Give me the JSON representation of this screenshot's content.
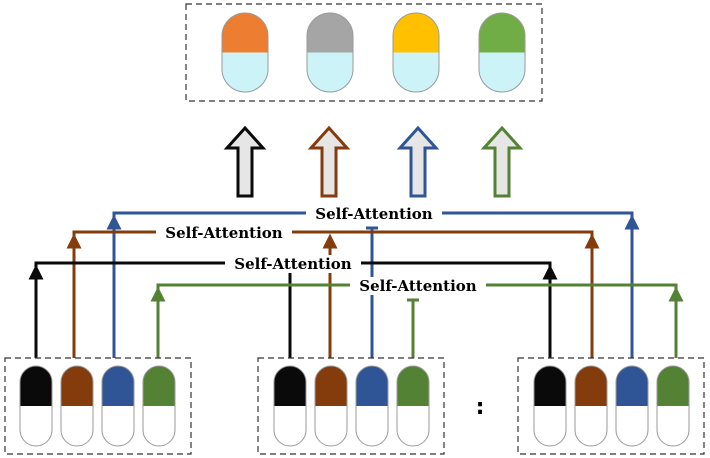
{
  "colors": {
    "black": "#0a0a0a",
    "brown": "#843c0c",
    "blue": "#2f5597",
    "green": "#548235",
    "orange": "#ed7d31",
    "gray": "#a5a5a5",
    "yellow": "#ffc000",
    "light_green": "#70ad47",
    "cyan_fill": "#ccf4f8",
    "arrow_fill": "#e7e6e6",
    "box_border": "#333333"
  },
  "output_tokens": [
    {
      "name": "orange",
      "color": "#ed7d31"
    },
    {
      "name": "gray",
      "color": "#a5a5a5"
    },
    {
      "name": "yellow",
      "color": "#ffc000"
    },
    {
      "name": "green",
      "color": "#70ad47"
    }
  ],
  "arrow_colors": [
    "#0a0a0a",
    "#843c0c",
    "#2f5597",
    "#548235"
  ],
  "input_token_colors": [
    "#0a0a0a",
    "#843c0c",
    "#2f5597",
    "#548235"
  ],
  "attention_labels": [
    {
      "text": "Self-Attention",
      "color": "#2f5597"
    },
    {
      "text": "Self-Attention",
      "color": "#843c0c"
    },
    {
      "text": "Self-Attention",
      "color": "#0a0a0a"
    },
    {
      "text": "Self-Attention",
      "color": "#548235"
    }
  ],
  "ellipsis": ":"
}
